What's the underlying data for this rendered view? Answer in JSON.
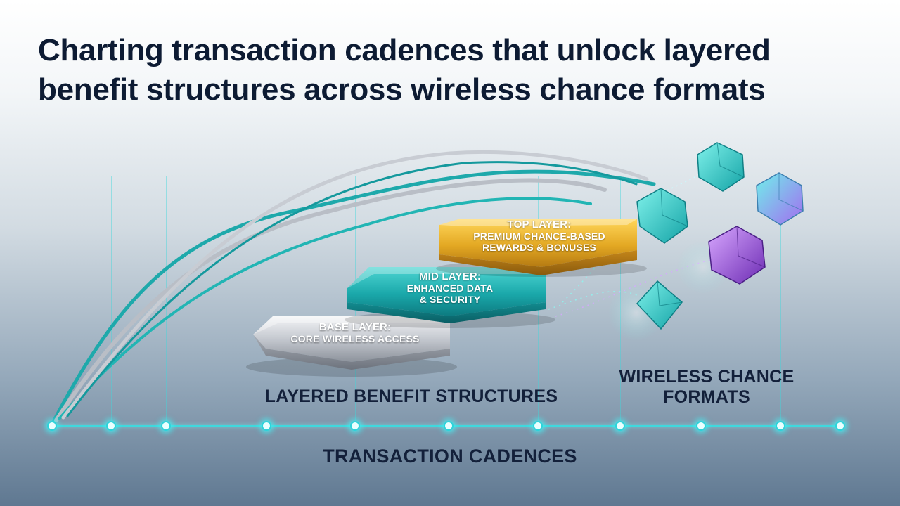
{
  "title": {
    "line1": "Charting transaction cadences that unlock layered",
    "line2": "benefit structures across wireless chance formats"
  },
  "layers": {
    "base": {
      "heading": "BASE LAYER:",
      "sub1": "CORE WIRELESS ACCESS",
      "color": "#c9ccd1"
    },
    "mid": {
      "heading": "MID LAYER:",
      "sub1": "ENHANCED DATA",
      "sub2": "& SECURITY",
      "color": "#1fb2b3"
    },
    "top": {
      "heading": "TOP LAYER:",
      "sub1": "PREMIUM CHANCE-BASED",
      "sub2": "REWARDS & BONUSES",
      "color": "#e8b52c"
    }
  },
  "labels": {
    "layered": "LAYERED BENEFIT STRUCTURES",
    "formats_line1": "WIRELESS CHANCE",
    "formats_line2": "FORMATS",
    "axis": "TRANSACTION CADENCES"
  },
  "colors": {
    "title": "#0d1b33",
    "timeline": "#3fd8dd",
    "gem_teal": "#2fc9c6",
    "gem_purple": "#9a4fd6"
  }
}
